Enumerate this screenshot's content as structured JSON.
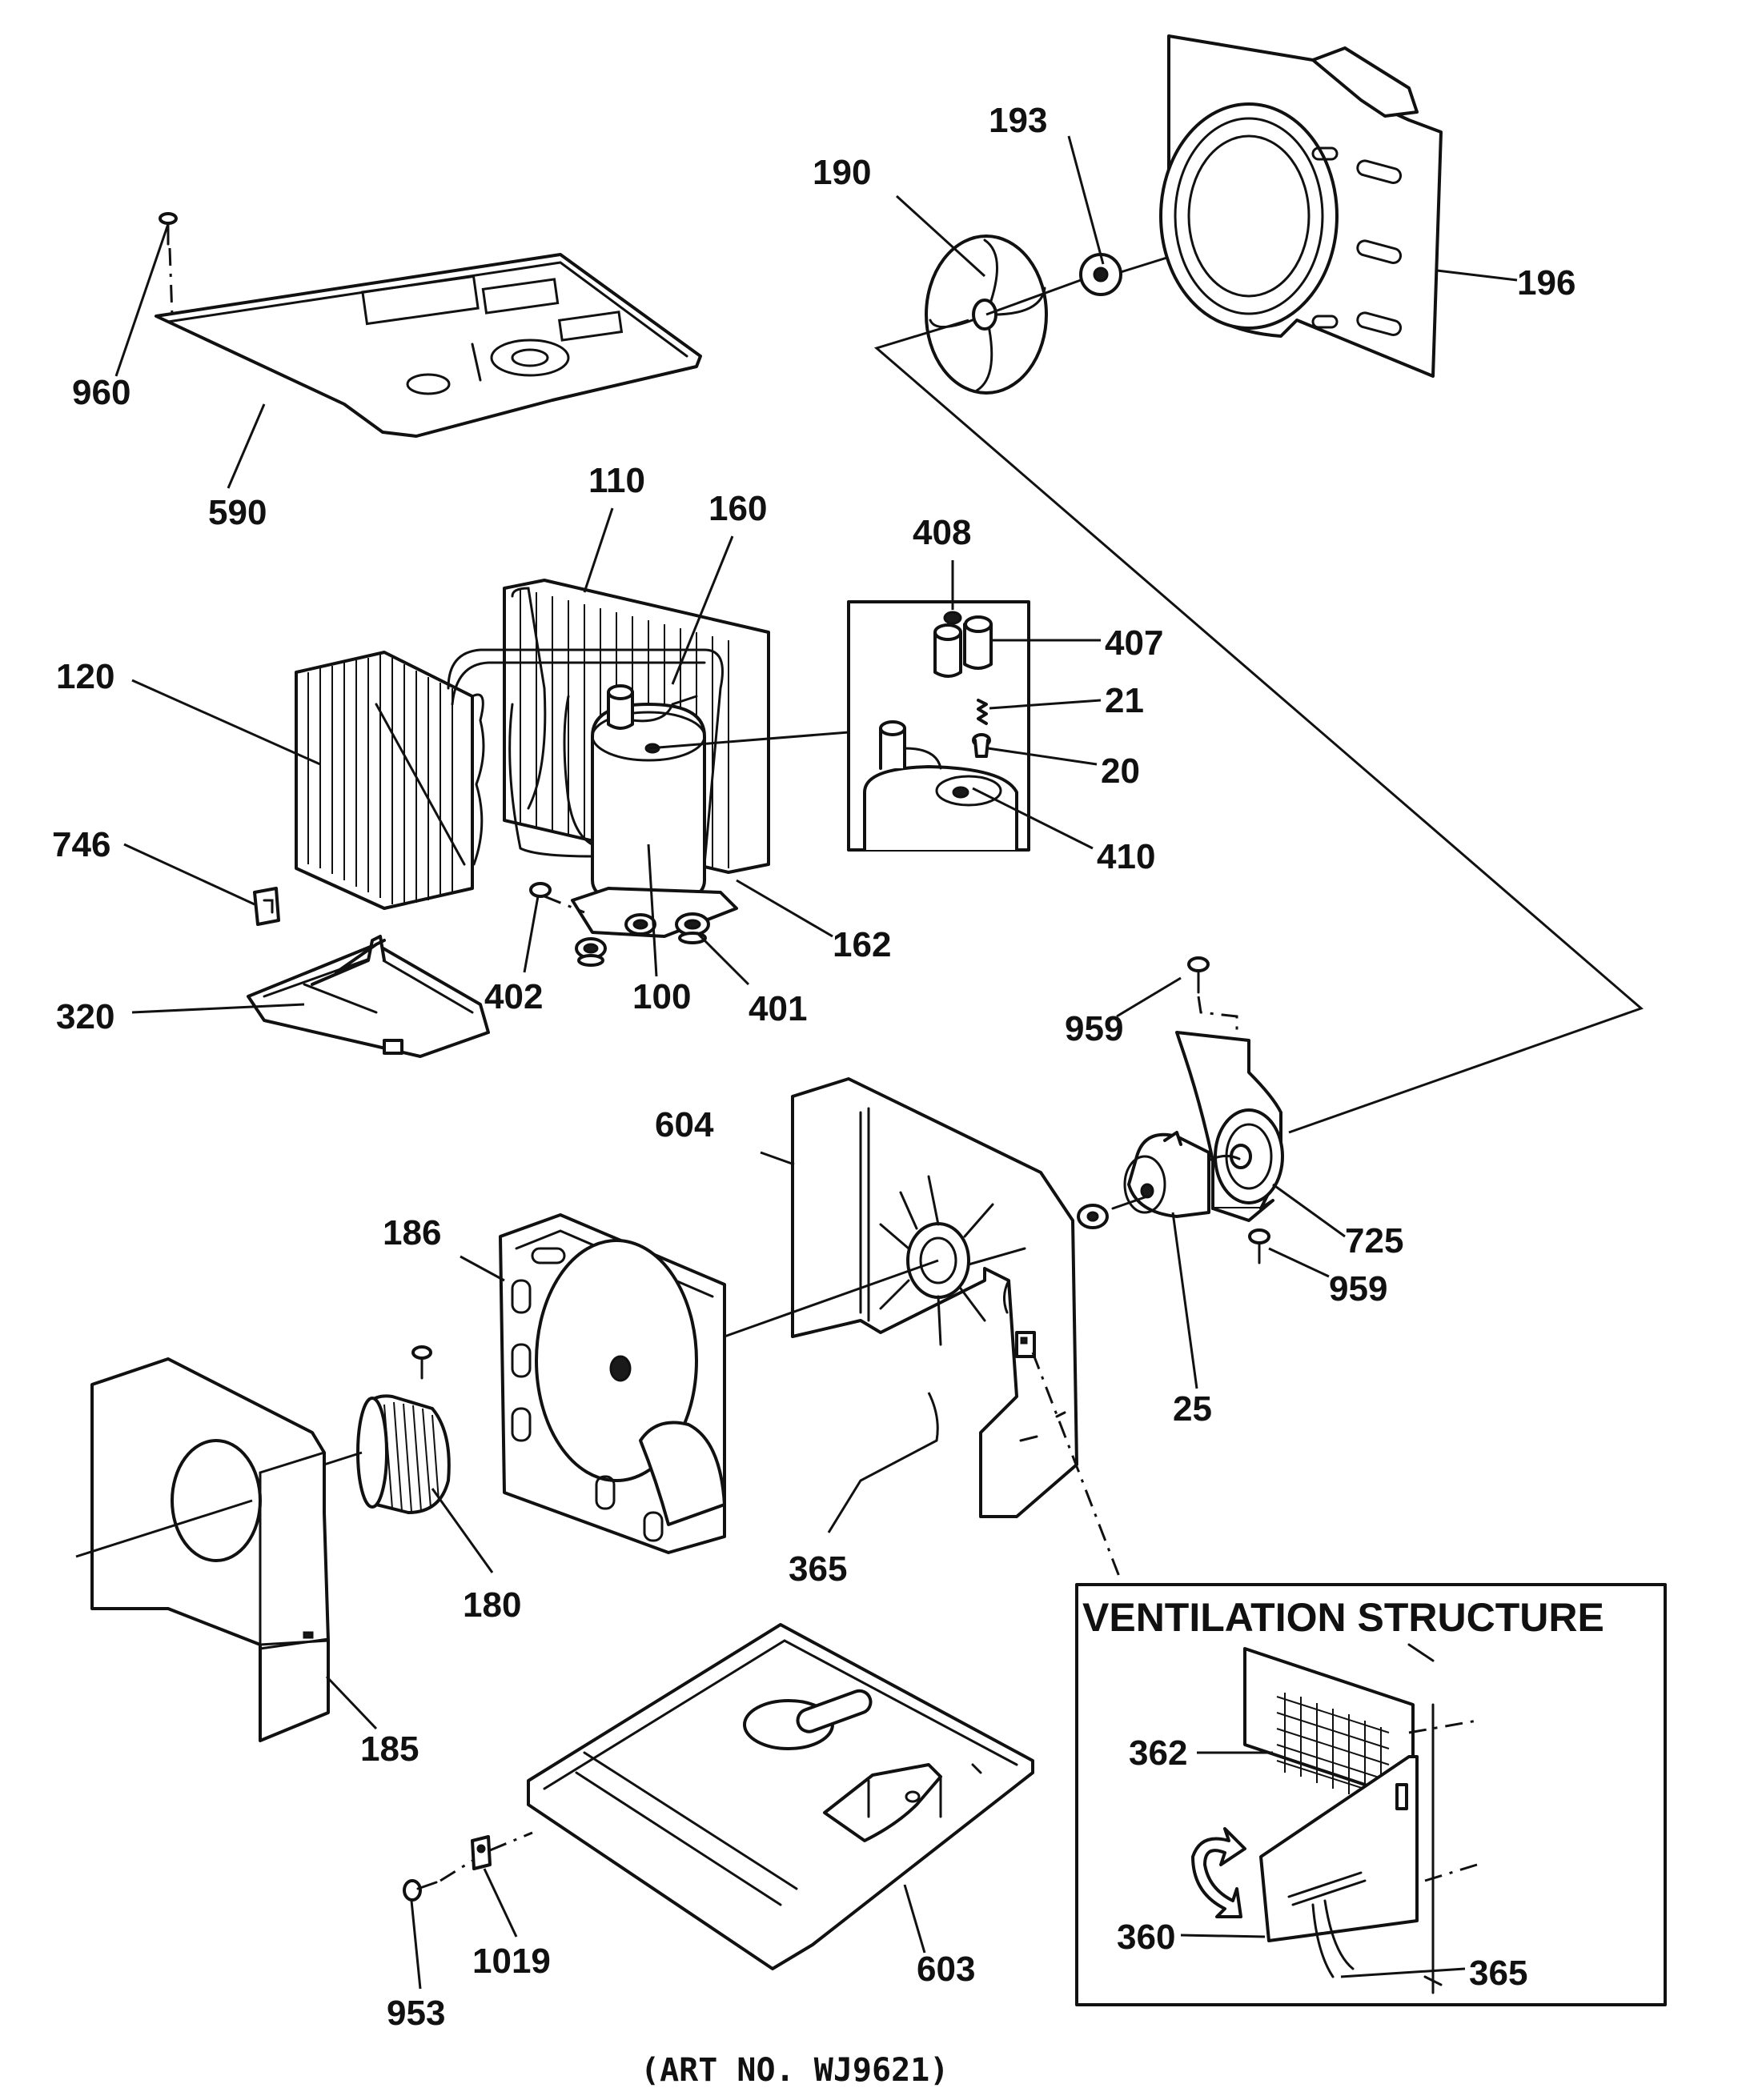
{
  "inset": {
    "title": "VENTILATION STRUCTURE"
  },
  "art_number": "(ART NO. WJ9621)",
  "callouts": {
    "p960": "960",
    "p590": "590",
    "p190": "190",
    "p193": "193",
    "p196": "196",
    "p110": "110",
    "p160": "160",
    "p408": "408",
    "p407": "407",
    "p120": "120",
    "p21": "21",
    "p20": "20",
    "p410": "410",
    "p746": "746",
    "p162": "162",
    "p402": "402",
    "p100": "100",
    "p401": "401",
    "p320": "320",
    "p959a": "959",
    "p604": "604",
    "p186": "186",
    "p725": "725",
    "p959b": "959",
    "p25": "25",
    "p180": "180",
    "p365a": "365",
    "p185": "185",
    "p362": "362",
    "p360": "360",
    "p365b": "365",
    "p953": "953",
    "p1019": "1019",
    "p603": "603"
  }
}
